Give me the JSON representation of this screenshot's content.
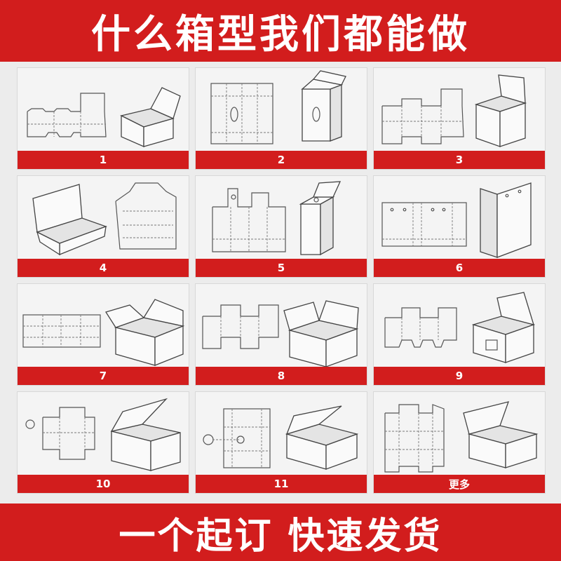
{
  "header": {
    "title": "什么箱型我们都能做"
  },
  "footer": {
    "slogan": "一个起订 快速发货"
  },
  "colors": {
    "brand_red": "#d21d1d",
    "panel_bg": "#f4f4f4"
  },
  "cells": [
    {
      "label": "1"
    },
    {
      "label": "2"
    },
    {
      "label": "3"
    },
    {
      "label": "4"
    },
    {
      "label": "5"
    },
    {
      "label": "6"
    },
    {
      "label": "7"
    },
    {
      "label": "8"
    },
    {
      "label": "9"
    },
    {
      "label": "10"
    },
    {
      "label": "11"
    },
    {
      "label": "更多"
    }
  ]
}
